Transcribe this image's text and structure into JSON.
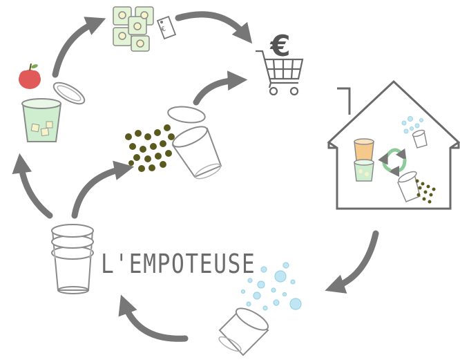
{
  "brand": {
    "name": "L'EMPOTEUSE"
  },
  "price_tag": {
    "symbol": "€"
  },
  "cart": {
    "symbol": "€"
  },
  "colors": {
    "arrow": "#777777",
    "outline": "#8a8a8a",
    "house": "#6a6a6a",
    "pellet": "#5a5a1e",
    "apple": "#e05a5a",
    "jelly": "#cfeecf",
    "orange": "#f4c98a",
    "bubble": "#bfe6f2",
    "recycle": "#8dcc9a"
  },
  "cycle_steps": [
    "apple-fill-step",
    "packaged-cups-step",
    "purchase-step",
    "home-use-step",
    "washing-step",
    "manufacture-step",
    "new-cups-step",
    "pellets-step"
  ]
}
